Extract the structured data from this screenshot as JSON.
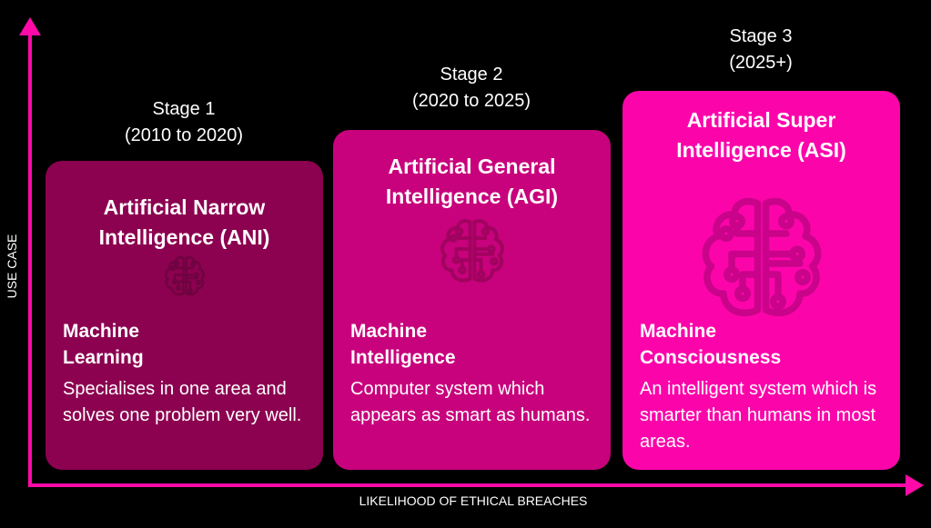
{
  "axes": {
    "y_label": "USE CASE",
    "x_label": "LIKELIHOOD OF ETHICAL BREACHES"
  },
  "stages": [
    {
      "stage": "Stage 1",
      "period": "(2010 to 2020)",
      "title_line1": "Artificial Narrow",
      "title_line2": "Intelligence (ANI)",
      "sub_line1": "Machine",
      "sub_line2": "Learning",
      "desc": "Specialises in one area and solves one problem very well.",
      "color": "#8c0150",
      "icon_color": "#6e0340",
      "icon": "brain-circuit-icon"
    },
    {
      "stage": "Stage 2",
      "period": "(2020 to 2025)",
      "title_line1": "Artificial General",
      "title_line2": "Intelligence (AGI)",
      "sub_line1": "Machine",
      "sub_line2": "Intelligence",
      "desc": "Computer system which appears as smart as humans.",
      "color": "#c8017c",
      "icon_color": "#a0035f",
      "icon": "brain-circuit-icon"
    },
    {
      "stage": "Stage 3",
      "period": "(2025+)",
      "title_line1": "Artificial Super",
      "title_line2": "Intelligence (ASI)",
      "sub_line1": "Machine",
      "sub_line2": "Consciousness",
      "desc": "An intelligent system which is smarter than humans in most areas.",
      "color": "#fb05aa",
      "icon_color": "#c9038a",
      "icon": "brain-circuit-icon"
    }
  ],
  "accent": "#ff0aa8"
}
